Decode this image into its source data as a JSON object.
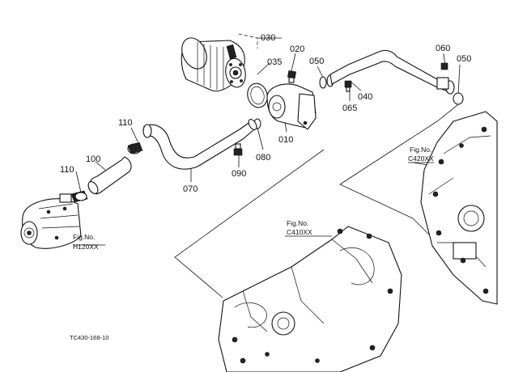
{
  "parts": [
    {
      "id": "030",
      "label": "030"
    },
    {
      "id": "020",
      "label": "020"
    },
    {
      "id": "050a",
      "label": "050"
    },
    {
      "id": "060",
      "label": "060"
    },
    {
      "id": "050b",
      "label": "050"
    },
    {
      "id": "035",
      "label": "035"
    },
    {
      "id": "040",
      "label": "040"
    },
    {
      "id": "065",
      "label": "065"
    },
    {
      "id": "110a",
      "label": "110"
    },
    {
      "id": "010",
      "label": "010"
    },
    {
      "id": "080",
      "label": "080"
    },
    {
      "id": "100",
      "label": "100"
    },
    {
      "id": "090",
      "label": "090"
    },
    {
      "id": "110b",
      "label": "110"
    },
    {
      "id": "070",
      "label": "070"
    }
  ],
  "figure_refs": [
    {
      "id": "c420",
      "line1": "Fig.No.",
      "line2": "C420XX"
    },
    {
      "id": "c410",
      "line1": "Fig.No.",
      "line2": "C410XX"
    },
    {
      "id": "h120",
      "line1": "Fig.No.",
      "line2": "H120XX"
    }
  ],
  "drawing_code": "TC430-168-10"
}
